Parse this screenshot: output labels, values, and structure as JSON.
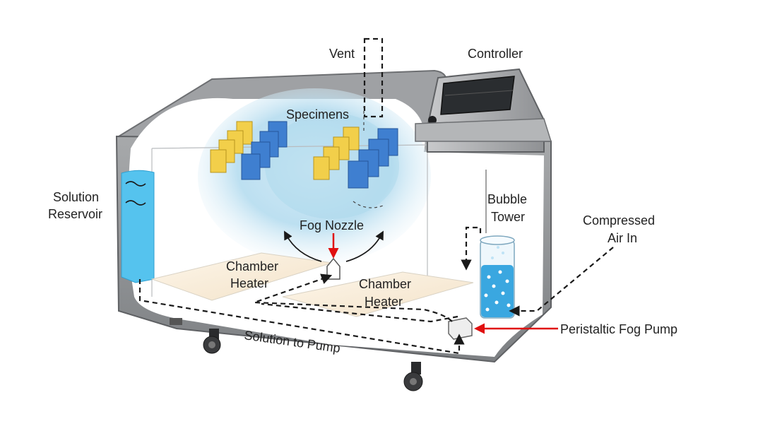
{
  "labels": {
    "vent": "Vent",
    "controller": "Controller",
    "specimens": "Specimens",
    "solution_reservoir_1": "Solution",
    "solution_reservoir_2": "Reservoir",
    "bubble_tower_1": "Bubble",
    "bubble_tower_2": "Tower",
    "compressed_air_1": "Compressed",
    "compressed_air_2": "Air In",
    "fog_nozzle": "Fog Nozzle",
    "chamber_heater_left_1": "Chamber",
    "chamber_heater_left_2": "Heater",
    "chamber_heater_right_1": "Chamber",
    "chamber_heater_right_2": "Heater",
    "peristaltic_pump": "Peristaltic Fog Pump",
    "solution_to_pump": "Solution to Pump"
  },
  "colors": {
    "specimen_yellow": "#f2cf4a",
    "specimen_blue": "#3f7fd0",
    "reservoir_water": "#55c3ee",
    "fog": "#bcdff0",
    "cabinet_gray": "#8e9093",
    "highlight_arrow": "#e01010"
  }
}
